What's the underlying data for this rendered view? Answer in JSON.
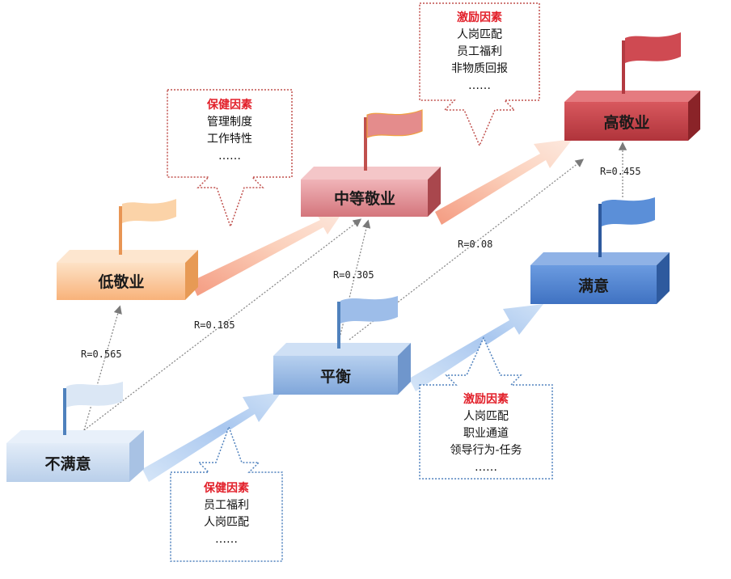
{
  "nodes": {
    "low_engagement": "低敬业",
    "mid_engagement": "中等敬业",
    "high_engagement": "高敬业",
    "dissatisfied": "不满意",
    "balanced": "平衡",
    "satisfied": "满意"
  },
  "correlations": {
    "dis_low": "R=0.565",
    "dis_mid": "R=0.185",
    "bal_mid": "R=0.305",
    "bal_high": "R=0.08",
    "sat_high": "R=0.455"
  },
  "callouts": {
    "hygiene_top": {
      "title": "保健因素",
      "items": [
        "管理制度",
        "工作特性",
        "……"
      ]
    },
    "motivator_top": {
      "title": "激励因素",
      "items": [
        "人岗匹配",
        "员工福利",
        "非物质回报",
        "……"
      ]
    },
    "motivator_bottom": {
      "title": "激励因素",
      "items": [
        "人岗匹配",
        "职业通道",
        "领导行为-任务",
        "……"
      ]
    },
    "hygiene_bottom": {
      "title": "保健因素",
      "items": [
        "员工福利",
        "人岗匹配",
        "……"
      ]
    }
  },
  "colors": {
    "low": "#fbc99a",
    "mid": "#de8e93",
    "high": "#c23f47",
    "dissatisfied": "#c9dbf0",
    "balanced": "#8fb4e3",
    "satisfied": "#4a7fcf",
    "callout_border_red": "#c0504d",
    "callout_border_blue": "#4f81bd",
    "title_red": "#e2202a"
  }
}
